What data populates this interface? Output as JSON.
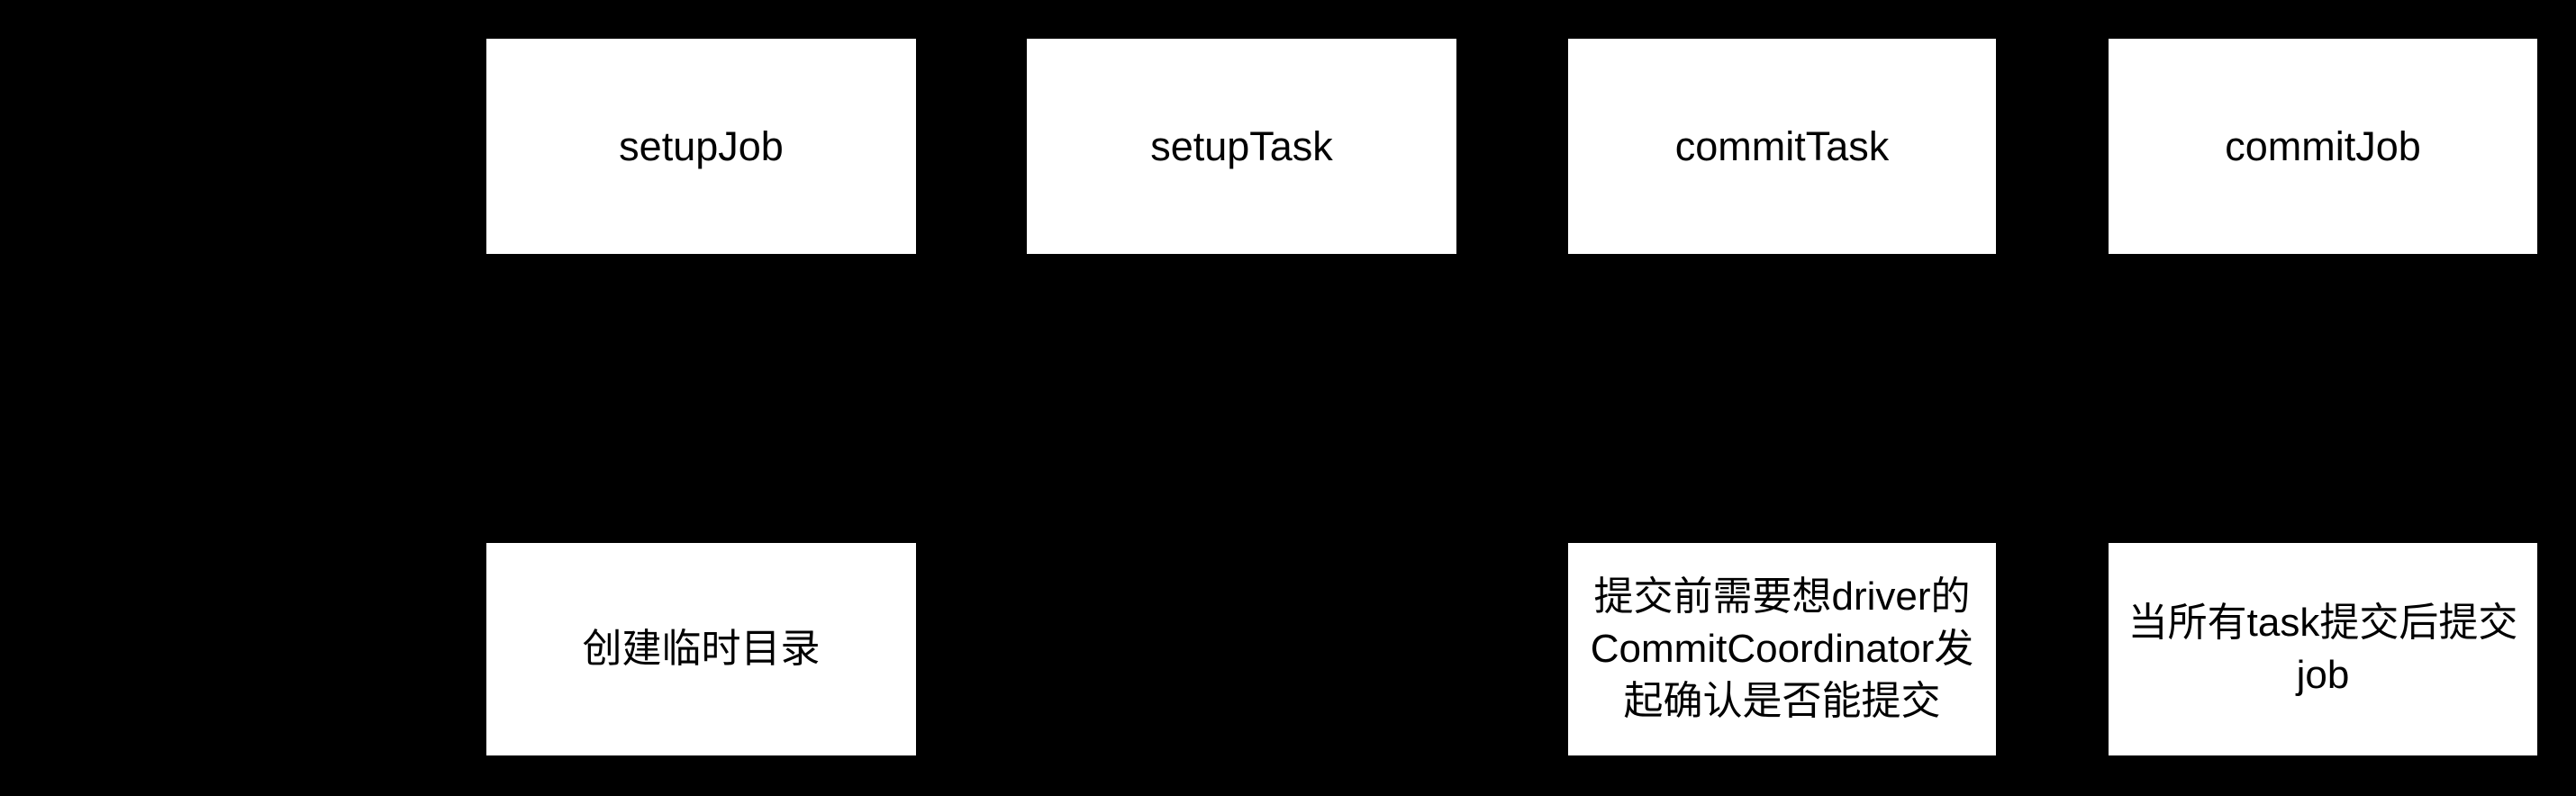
{
  "colors": {
    "background": "#000000",
    "node_fill": "#ffffff",
    "node_text": "#000000"
  },
  "nodes": {
    "top": [
      {
        "id": "setup-job",
        "label": "setupJob"
      },
      {
        "id": "setup-task",
        "label": "setupTask"
      },
      {
        "id": "commit-task",
        "label": "commitTask"
      },
      {
        "id": "commit-job",
        "label": "commitJob"
      }
    ],
    "bottom": [
      {
        "id": "create-temp-dir",
        "label": "创建临时目录"
      },
      {
        "id": "commit-task-note",
        "label": "提交前需要想driver的\nCommitCoordinator发\n起确认是否能提交"
      },
      {
        "id": "commit-job-note",
        "label": "当所有task提交后提交\njob"
      }
    ]
  }
}
